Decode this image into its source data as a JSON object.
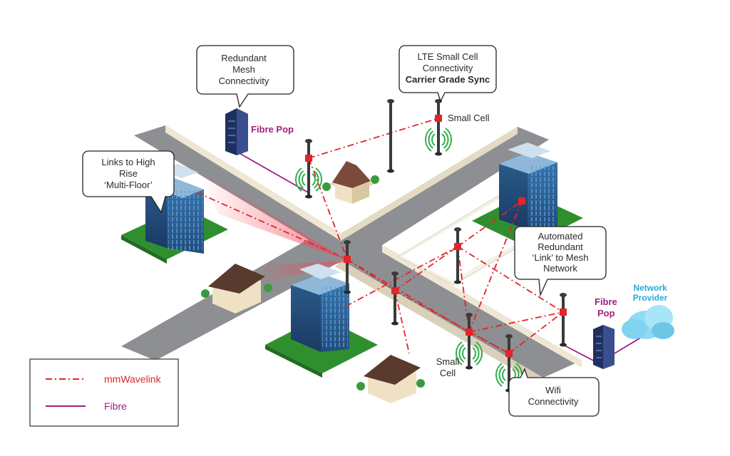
{
  "callouts": {
    "mesh": [
      "Redundant",
      "Mesh",
      "Connectivity"
    ],
    "lte": [
      "LTE Small Cell",
      "Connectivity",
      "Carrier Grade Sync"
    ],
    "highrise": [
      "Links to High",
      "Rise",
      "‘Multi-Floor’"
    ],
    "automated": [
      "Automated",
      "Redundant",
      "‘Link’ to Mesh",
      "Network"
    ],
    "wifi": [
      "Wifi",
      "Connectivity"
    ]
  },
  "labels": {
    "fibre_pop_top": "Fibre Pop",
    "small_cell_top": "Small Cell",
    "small_cell_bottom": [
      "Small",
      "Cell"
    ],
    "fibre_pop_right": [
      "Fibre",
      "Pop"
    ],
    "network_provider": [
      "Network",
      "Provider"
    ]
  },
  "legend": {
    "mmwave": "mmWavelink",
    "fibre": "Fibre"
  },
  "colors": {
    "mmwave": "#e2242b",
    "fibre": "#a0207e",
    "cloud": "#7fd3ee"
  }
}
